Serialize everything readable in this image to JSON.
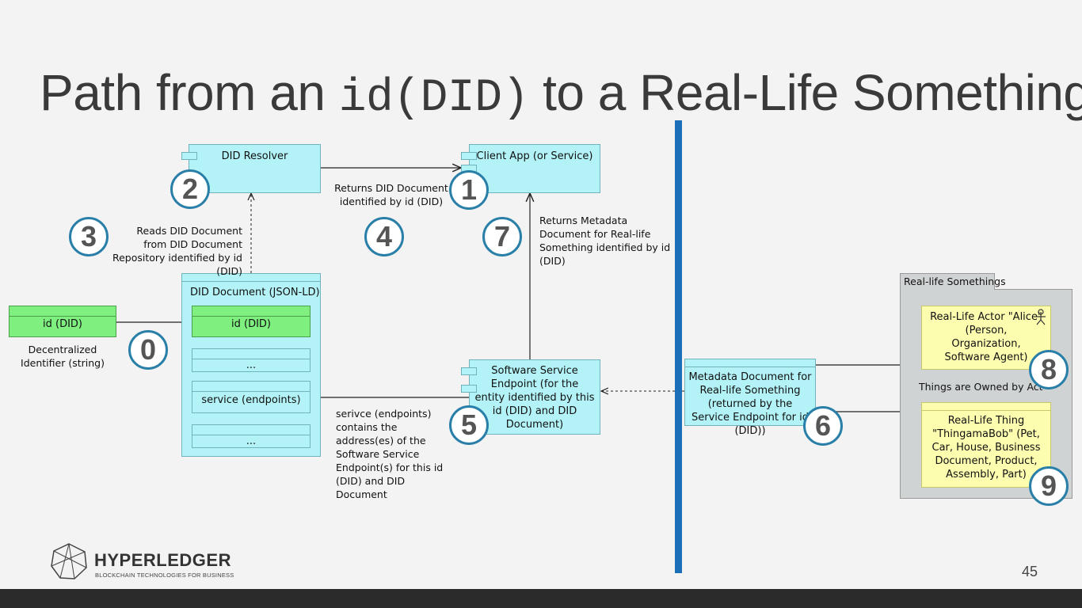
{
  "title": {
    "prefix": "Path from an ",
    "code": "id(DID)",
    "suffix": " to a Real-Life Something"
  },
  "boxes": {
    "did_resolver": "DID Resolver",
    "client_app": "Client App (or Service)",
    "did_document": "DID Document (JSON-LD)",
    "did_doc_id": "id (DID)",
    "did_doc_dots1": "...",
    "did_doc_service": "service (endpoints)",
    "did_doc_dots2": "...",
    "id_did": "id (DID)",
    "software_endpoint": "Software Service Endpoint (for the entity identified by this id (DID) and DID Document)",
    "metadata_doc": "Metadata Document for Real-life Something (returned by the Service Endpoint for id (DID))",
    "real_life_group": "Real-life Somethings",
    "actor": "Real-Life Actor \"Alice\" (Person, Organization, Software Agent)",
    "thing": "Real-Life Thing \"ThingamaBob\" (Pet, Car, House, Business Document, Product, Assembly, Part)"
  },
  "labels": {
    "decentralized": "Decentralized Identifier (string)",
    "reads": "Reads DID Document from DID Document Repository identified by id (DID)",
    "returns_did": "Returns DID Document identified by id (DID)",
    "returns_meta": "Returns Metadata Document for Real-life Something identified by id (DID)",
    "service_note": "serivce (endpoints) contains the address(es) of the Software Service Endpoint(s) for this id (DID) and DID Document",
    "owned": "Things are Owned by Act"
  },
  "numbers": [
    "0",
    "1",
    "2",
    "3",
    "4",
    "5",
    "6",
    "7",
    "8",
    "9"
  ],
  "logo": {
    "name": "HYPERLEDGER",
    "tagline": "BLOCKCHAIN TECHNOLOGIES FOR BUSINESS"
  },
  "page_number": "45",
  "colors": {
    "accent": "#1b6fb8",
    "circle": "#2a7fa8",
    "cyan": "#b3f3f7",
    "green": "#7ff07f",
    "yellow": "#fdfdb0"
  }
}
